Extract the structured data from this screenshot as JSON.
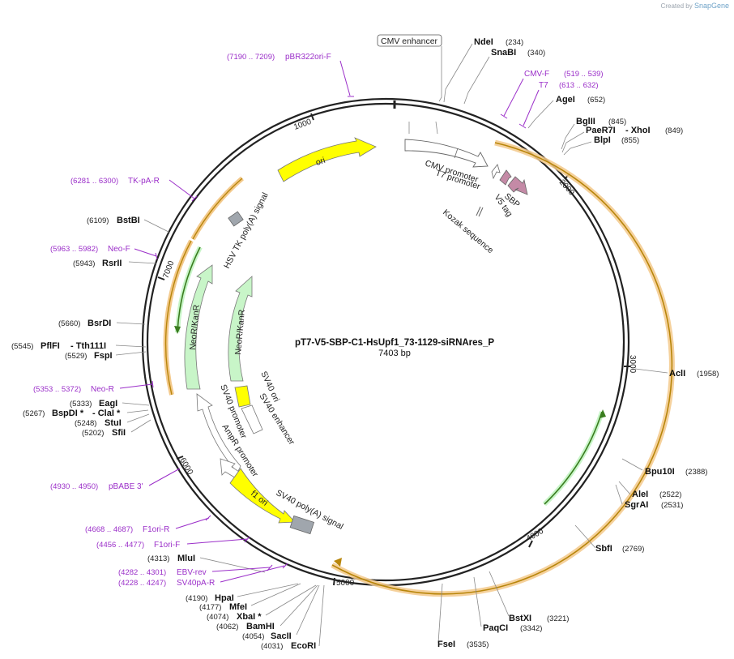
{
  "credit": {
    "prefix": "Created by",
    "brand": "SnapGene"
  },
  "plasmid": {
    "name": "pT7-V5-SBP-C1-HsUpf1_73-1129-siRNAres_P",
    "length_label": "7403 bp"
  },
  "ticks": [
    "1000",
    "2000",
    "3000",
    "4000",
    "5000",
    "6000",
    "7000"
  ],
  "enzymes": [
    {
      "name": "NdeI",
      "pos": "(234)"
    },
    {
      "name": "SnaBI",
      "pos": "(340)"
    },
    {
      "name": "AgeI",
      "pos": "(652)"
    },
    {
      "name": "BglII",
      "pos": "(845)"
    },
    {
      "name": "PaeR7I",
      "pos": "",
      "name2": "- XhoI",
      "pos2": "(849)"
    },
    {
      "name": "BlpI",
      "pos": "(855)"
    },
    {
      "name": "AclI",
      "pos": "(1958)"
    },
    {
      "name": "Bpu10I",
      "pos": "(2388)"
    },
    {
      "name": "AleI",
      "pos": "(2522)"
    },
    {
      "name": "SgrAI",
      "pos": "(2531)"
    },
    {
      "name": "SbfI",
      "pos": "(2769)"
    },
    {
      "name": "BstXI",
      "pos": "(3221)"
    },
    {
      "name": "PaqCI",
      "pos": "(3342)"
    },
    {
      "name": "FseI",
      "pos": "(3535)"
    },
    {
      "name": "EcoRI",
      "pos": "(4031)"
    },
    {
      "name": "SacII",
      "pos": "(4054)"
    },
    {
      "name": "BamHI",
      "pos": "(4062)"
    },
    {
      "name": "XbaI *",
      "pos": "(4074)"
    },
    {
      "name": "MfeI",
      "pos": "(4177)"
    },
    {
      "name": "HpaI",
      "pos": "(4190)"
    },
    {
      "name": "MluI",
      "pos": "(4313)"
    },
    {
      "name": "SfiI",
      "pos": "(5202)"
    },
    {
      "name": "StuI",
      "pos": "(5248)"
    },
    {
      "name": "BspDI *",
      "pos": "(5267)",
      "name2": "- ClaI *"
    },
    {
      "name": "EagI",
      "pos": "(5333)"
    },
    {
      "name": "FspI",
      "pos": "(5529)"
    },
    {
      "name": "PflFI",
      "pos": "(5545)",
      "name2": "- Tth111I"
    },
    {
      "name": "BsrDI",
      "pos": "(5660)"
    },
    {
      "name": "RsrII",
      "pos": "(5943)"
    },
    {
      "name": "BstBI",
      "pos": "(6109)"
    }
  ],
  "primers": [
    {
      "name": "pBR322ori-F",
      "pos": "(7190 .. 7209)"
    },
    {
      "name": "CMV-F",
      "pos": "(519 .. 539)"
    },
    {
      "name": "T7",
      "pos": "(613 .. 632)"
    },
    {
      "name": "TK-pA-R",
      "pos": "(6281 .. 6300)"
    },
    {
      "name": "Neo-F",
      "pos": "(5963 .. 5982)"
    },
    {
      "name": "Neo-R",
      "pos": "(5353 .. 5372)"
    },
    {
      "name": "pBABE 3'",
      "pos": "(4930 .. 4950)"
    },
    {
      "name": "F1ori-R",
      "pos": "(4668 .. 4687)"
    },
    {
      "name": "F1ori-F",
      "pos": "(4456 .. 4477)"
    },
    {
      "name": "EBV-rev",
      "pos": "(4282 .. 4301)"
    },
    {
      "name": "SV40pA-R",
      "pos": "(4228 .. 4247)"
    }
  ],
  "features": {
    "cmv_enhancer": "CMV enhancer",
    "cmv_promoter": "CMV promoter",
    "t7_promoter": "T7 promoter",
    "sbp": "SBP",
    "v5_tag": "V5 tag",
    "kozak": "Kozak sequence",
    "ori": "ori",
    "hsv_tk_polya": "HSV TK poly(A) signal",
    "neokanr_outer": "NeoR/KanR",
    "neokanr_inner": "NeoR/KanR",
    "sv40_ori": "SV40 ori",
    "sv40_enhancer": "SV40 enhancer",
    "sv40_promoter": "SV40 promoter",
    "ampr_promoter": "AmpR promoter",
    "f1_ori": "f1 ori",
    "sv40_polya": "SV40 poly(A) signal"
  },
  "colors": {
    "backbone": "#222222",
    "ori": "#ffff00",
    "resistance": "#c8f5c8",
    "tag": "#c48aa6",
    "polya": "#a0a6ad",
    "primer": "#9b2fc9",
    "orf_glow": "#f3c98b",
    "orf_line": "#b8860b",
    "neo_line": "#3a7d1f"
  }
}
